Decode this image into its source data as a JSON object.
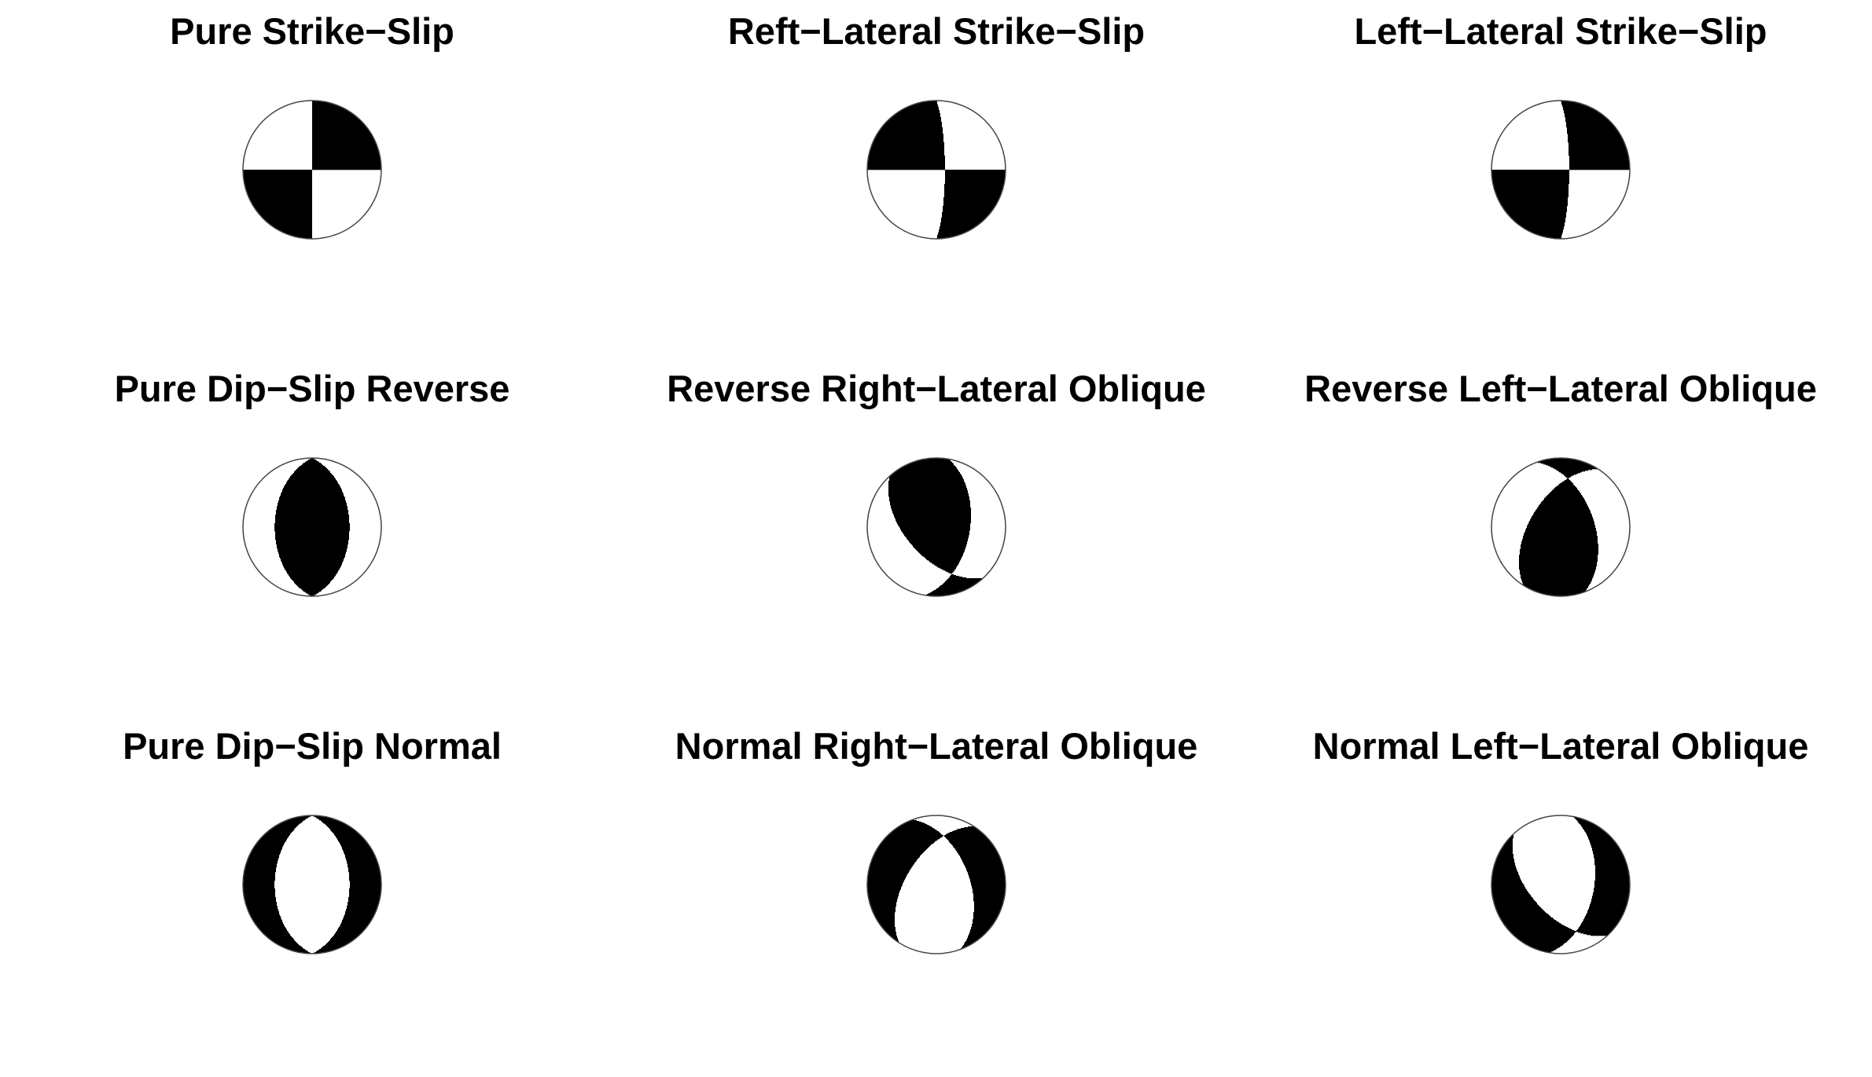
{
  "figure": {
    "colors": {
      "fill": "#000000",
      "background": "#ffffff",
      "outline": "#444444"
    },
    "mechanisms": [
      {
        "title": "Pure Strike−Slip",
        "strike": 0,
        "dip": 90,
        "rake": 0
      },
      {
        "title": "Reft−Lateral Strike−Slip",
        "strike": 0,
        "dip": 80,
        "rake": 180
      },
      {
        "title": "Left−Lateral Strike−Slip",
        "strike": 0,
        "dip": 80,
        "rake": 0
      },
      {
        "title": "Pure Dip−Slip Reverse",
        "strike": 0,
        "dip": 45,
        "rake": 90
      },
      {
        "title": "Reverse Right−Lateral Oblique",
        "strike": 10,
        "dip": 50,
        "rake": 130
      },
      {
        "title": "Reverse Left−Lateral Oblique",
        "strike": 340,
        "dip": 50,
        "rake": 50
      },
      {
        "title": "Pure Dip−Slip Normal",
        "strike": 0,
        "dip": 45,
        "rake": -90
      },
      {
        "title": "Normal Right−Lateral Oblique",
        "strike": 340,
        "dip": 50,
        "rake": -130
      },
      {
        "title": "Normal Left−Lateral Oblique",
        "strike": 10,
        "dip": 50,
        "rake": -50
      }
    ]
  }
}
